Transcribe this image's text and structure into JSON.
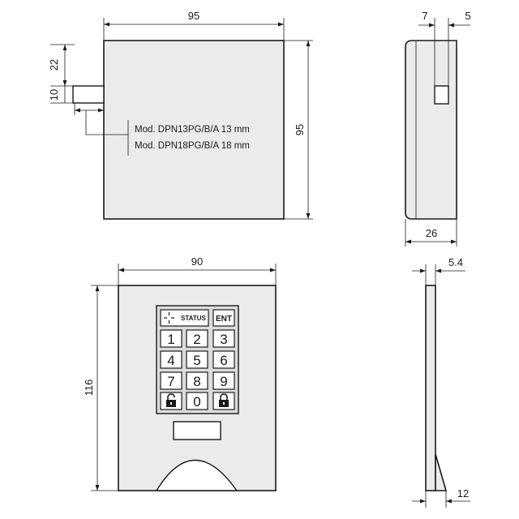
{
  "dimensions": {
    "top_width": "95",
    "top_height": "95",
    "dim_22": "22",
    "dim_10": "10",
    "side_7": "7",
    "side_5": "5",
    "side_26": "26",
    "front_width": "90",
    "front_height": "116",
    "side2_54": "5.4",
    "side2_12": "12"
  },
  "notes": {
    "model_13": "Mod. DPN13PG/B/A 13 mm",
    "model_18": "Mod. DPN18PG/B/A 18 mm"
  },
  "keypad": {
    "status_label": "STATUS",
    "ent_label": "ENT",
    "digits": [
      "1",
      "2",
      "3",
      "4",
      "5",
      "6",
      "7",
      "8",
      "9",
      "0"
    ],
    "icons": [
      "status-cross-icon",
      "unlock-icon",
      "lock-icon"
    ]
  },
  "colors": {
    "body_fill": "#ebebeb",
    "line": "#1a1a1a"
  }
}
